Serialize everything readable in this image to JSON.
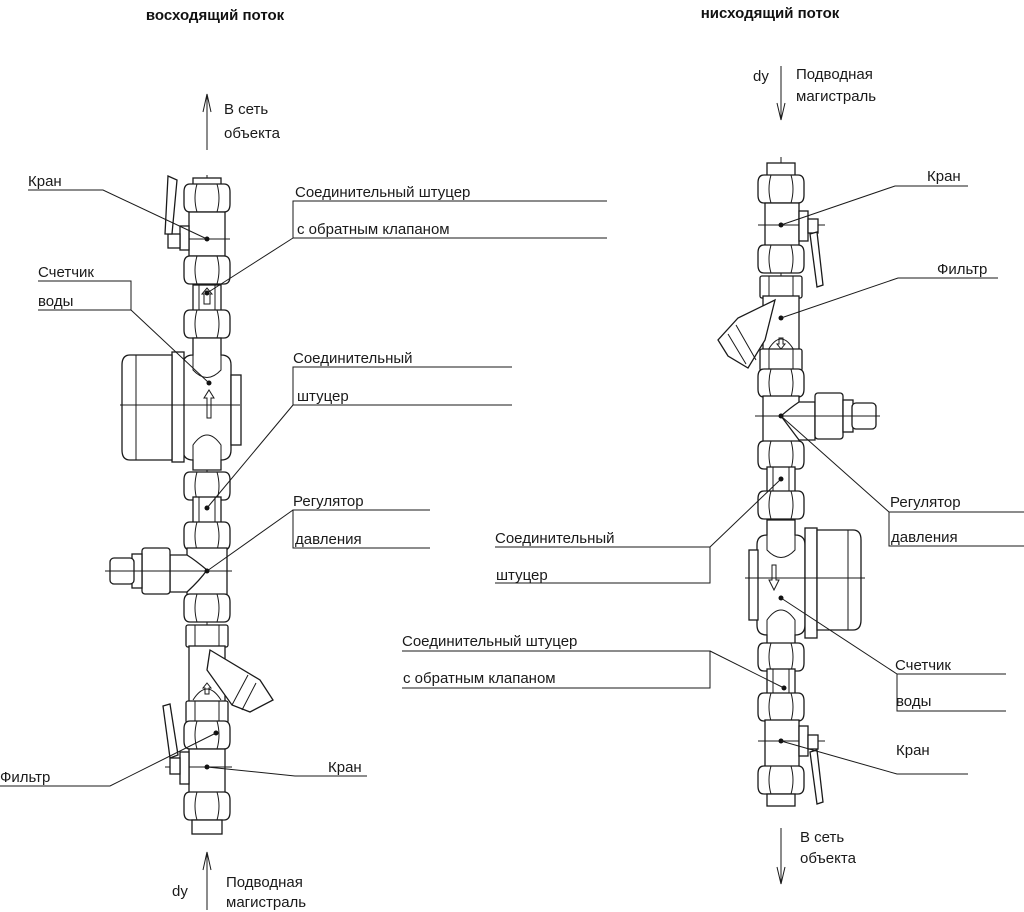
{
  "diagrams": [
    {
      "id": "ascending",
      "title": "восходящий поток",
      "top_arrow": {
        "direction": "up",
        "label_line1": "В сеть",
        "label_line2": "объекта"
      },
      "bottom_arrow": {
        "direction": "up",
        "dy": "dy",
        "label_line1": "Подводная",
        "label_line2": "магистраль"
      },
      "callouts": {
        "valve_top": "Кран",
        "check_union_l1": "Соединительный штуцер",
        "check_union_l2": "с обратным клапаном",
        "meter_l1": "Счетчик",
        "meter_l2": "воды",
        "union_l1": "Соединительный",
        "union_l2": "штуцер",
        "regulator_l1": "Регулятор",
        "regulator_l2": "давления",
        "filter": "Фильтр",
        "valve_bottom": "Кран"
      }
    },
    {
      "id": "descending",
      "title": "нисходящий поток",
      "top_arrow": {
        "direction": "down",
        "dy": "dy",
        "label_line1": "Подводная",
        "label_line2": "магистраль"
      },
      "bottom_arrow": {
        "direction": "down",
        "label_line1": "В сеть",
        "label_line2": "объекта"
      },
      "callouts": {
        "valve_top": "Кран",
        "filter": "Фильтр",
        "regulator_l1": "Регулятор",
        "regulator_l2": "давления",
        "union_l1": "Соединительный",
        "union_l2": "штуцер",
        "check_union_l1": "Соединительный штуцер",
        "check_union_l2": "с обратным клапаном",
        "meter_l1": "Счетчик",
        "meter_l2": "воды",
        "valve_bottom": "Кран"
      }
    }
  ]
}
